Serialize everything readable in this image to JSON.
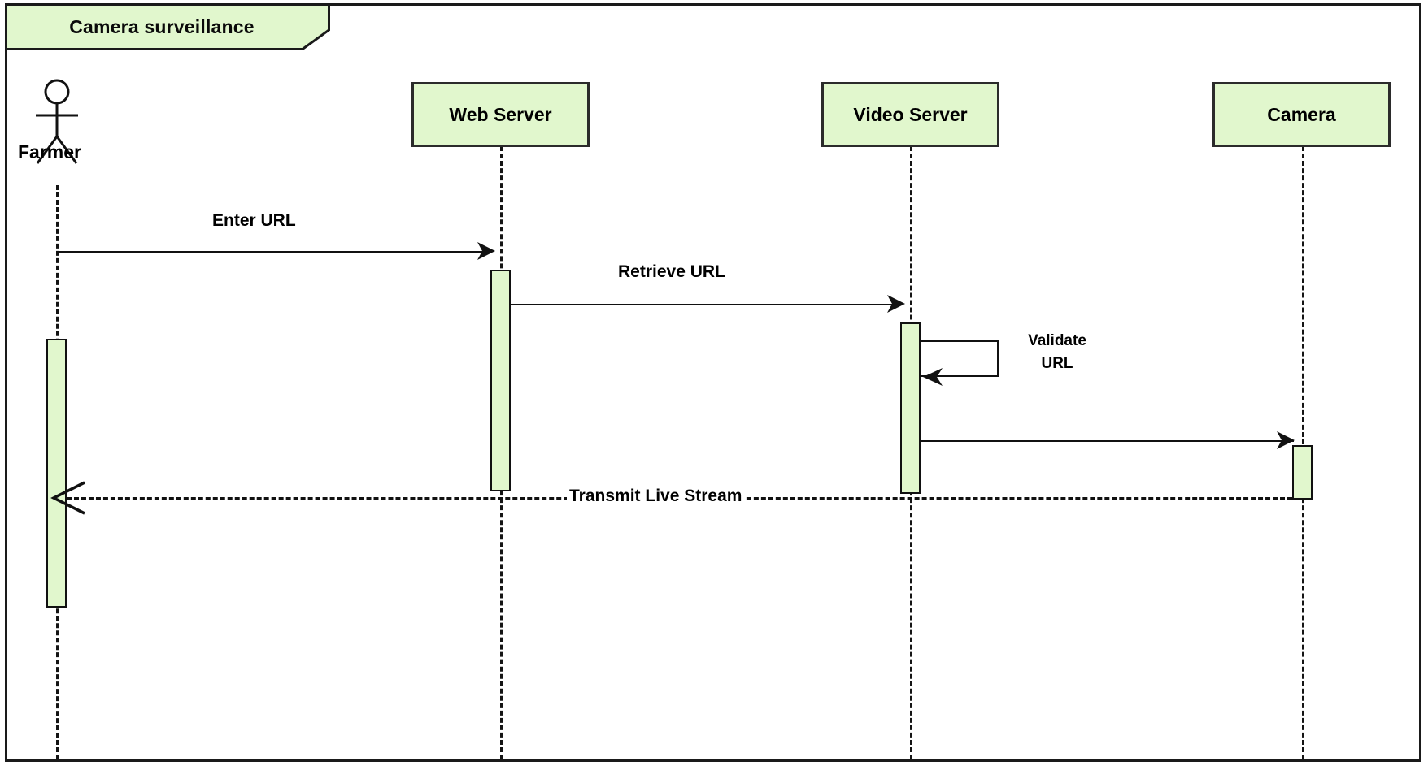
{
  "diagram": {
    "type": "uml-sequence-diagram",
    "frame_title": "Camera surveillance",
    "colors": {
      "fill": "#e1f7cd",
      "stroke": "#1a1a1a",
      "background": "#ffffff",
      "text": "#000000"
    }
  },
  "participants": [
    {
      "id": "farmer",
      "label": "Farmer",
      "kind": "actor"
    },
    {
      "id": "web_server",
      "label": "Web Server",
      "kind": "object"
    },
    {
      "id": "video_server",
      "label": "Video Server",
      "kind": "object"
    },
    {
      "id": "camera",
      "label": "Camera",
      "kind": "object"
    }
  ],
  "messages": [
    {
      "id": "m1",
      "label": "Enter URL",
      "from": "farmer",
      "to": "web_server",
      "style": "solid",
      "kind": "call"
    },
    {
      "id": "m2",
      "label": "Retrieve URL",
      "from": "web_server",
      "to": "video_server",
      "style": "solid",
      "kind": "call"
    },
    {
      "id": "m3",
      "label": "Validate URL",
      "from": "video_server",
      "to": "video_server",
      "style": "solid",
      "kind": "self-call"
    },
    {
      "id": "m4",
      "label": "",
      "from": "video_server",
      "to": "camera",
      "style": "solid",
      "kind": "call"
    },
    {
      "id": "m5",
      "label": "Transmit Live Stream",
      "from": "camera",
      "to": "farmer",
      "style": "dashed",
      "kind": "return"
    }
  ],
  "selfcall_label_lines": {
    "line1": "Validate",
    "line2": "URL"
  }
}
